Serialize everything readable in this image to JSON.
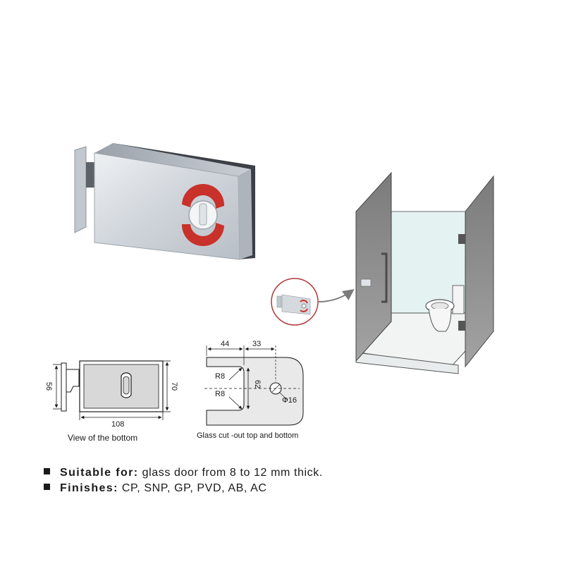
{
  "dimensions": {
    "width_108": "108",
    "height_70": "70",
    "side_56": "56",
    "w44": "44",
    "w33": "33",
    "r8_top": "R8",
    "r8_bottom": "R8",
    "h62": "62",
    "phi16": "Φ16"
  },
  "captions": {
    "bottom_view": "View of the bottom",
    "cutout": "Glass cut -out top and bottom"
  },
  "specs": [
    {
      "label": "Suitable for:",
      "value": " glass door from 8 to 12 mm thick."
    },
    {
      "label": "Finishes:",
      "value": " CP, SNP, GP, PVD, AB, AC"
    }
  ],
  "colors": {
    "indicator_red": "#c8322a",
    "metal": "#d9dde2",
    "glass_panel": "#8c8c8c"
  }
}
